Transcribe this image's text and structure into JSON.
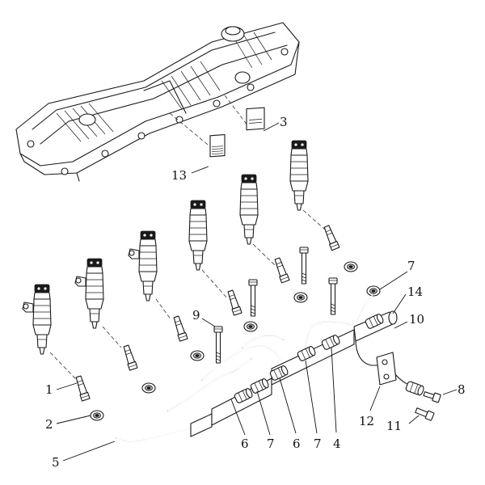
{
  "callouts": [
    {
      "id": "1",
      "label": "1"
    },
    {
      "id": "2",
      "label": "2"
    },
    {
      "id": "3",
      "label": "3"
    },
    {
      "id": "4",
      "label": "4"
    },
    {
      "id": "5",
      "label": "5"
    },
    {
      "id": "6a",
      "label": "6"
    },
    {
      "id": "6b",
      "label": "6"
    },
    {
      "id": "7a",
      "label": "7"
    },
    {
      "id": "7b",
      "label": "7"
    },
    {
      "id": "7c",
      "label": "7"
    },
    {
      "id": "8",
      "label": "8"
    },
    {
      "id": "9",
      "label": "9"
    },
    {
      "id": "10",
      "label": "10"
    },
    {
      "id": "11",
      "label": "11"
    },
    {
      "id": "12",
      "label": "12"
    },
    {
      "id": "13",
      "label": "13"
    },
    {
      "id": "14",
      "label": "14"
    }
  ]
}
